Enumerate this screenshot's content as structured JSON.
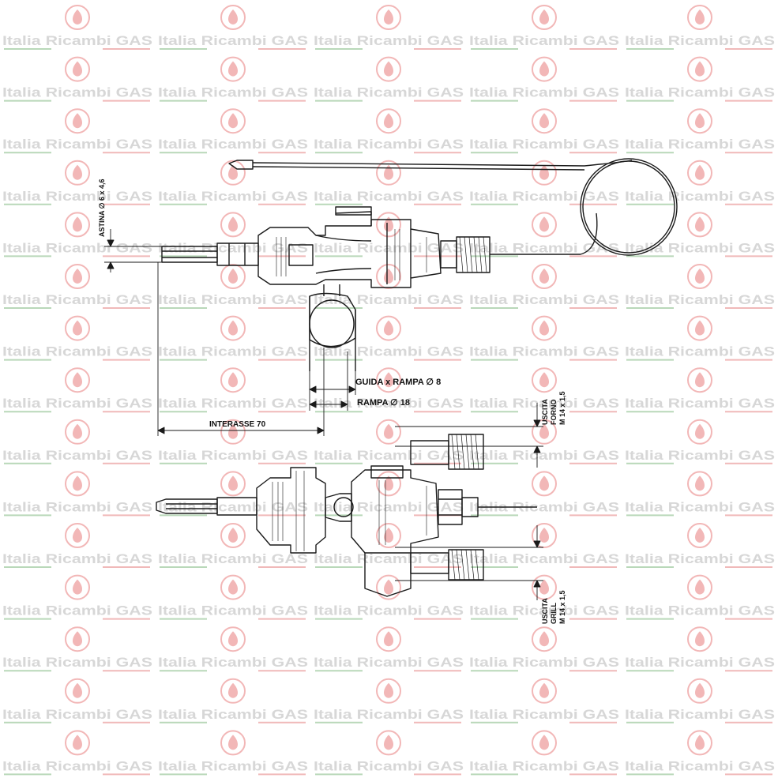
{
  "watermark": {
    "text": "Italia Ricambi GAS",
    "colors": {
      "text": "#d7d7d7",
      "flame": "#f2b7b7",
      "underline_green": "#b9d8b9",
      "underline_red": "#f0b9b9"
    }
  },
  "labels": {
    "astina": "ASTINA ∅ 6 x 4,6",
    "guida_rampa": "GUIDA x RAMPA ∅ 8",
    "rampa": "RAMPA ∅ 18",
    "interasse": "INTERASSE 70",
    "uscita_forno_1": "USCITA",
    "uscita_forno_2": "FORNO",
    "uscita_forno_3": "M 14 x 1,5",
    "uscita_grill_1": "USCITA",
    "uscita_grill_2": "GRILL",
    "uscita_grill_3": "M 14 x 1,5"
  }
}
